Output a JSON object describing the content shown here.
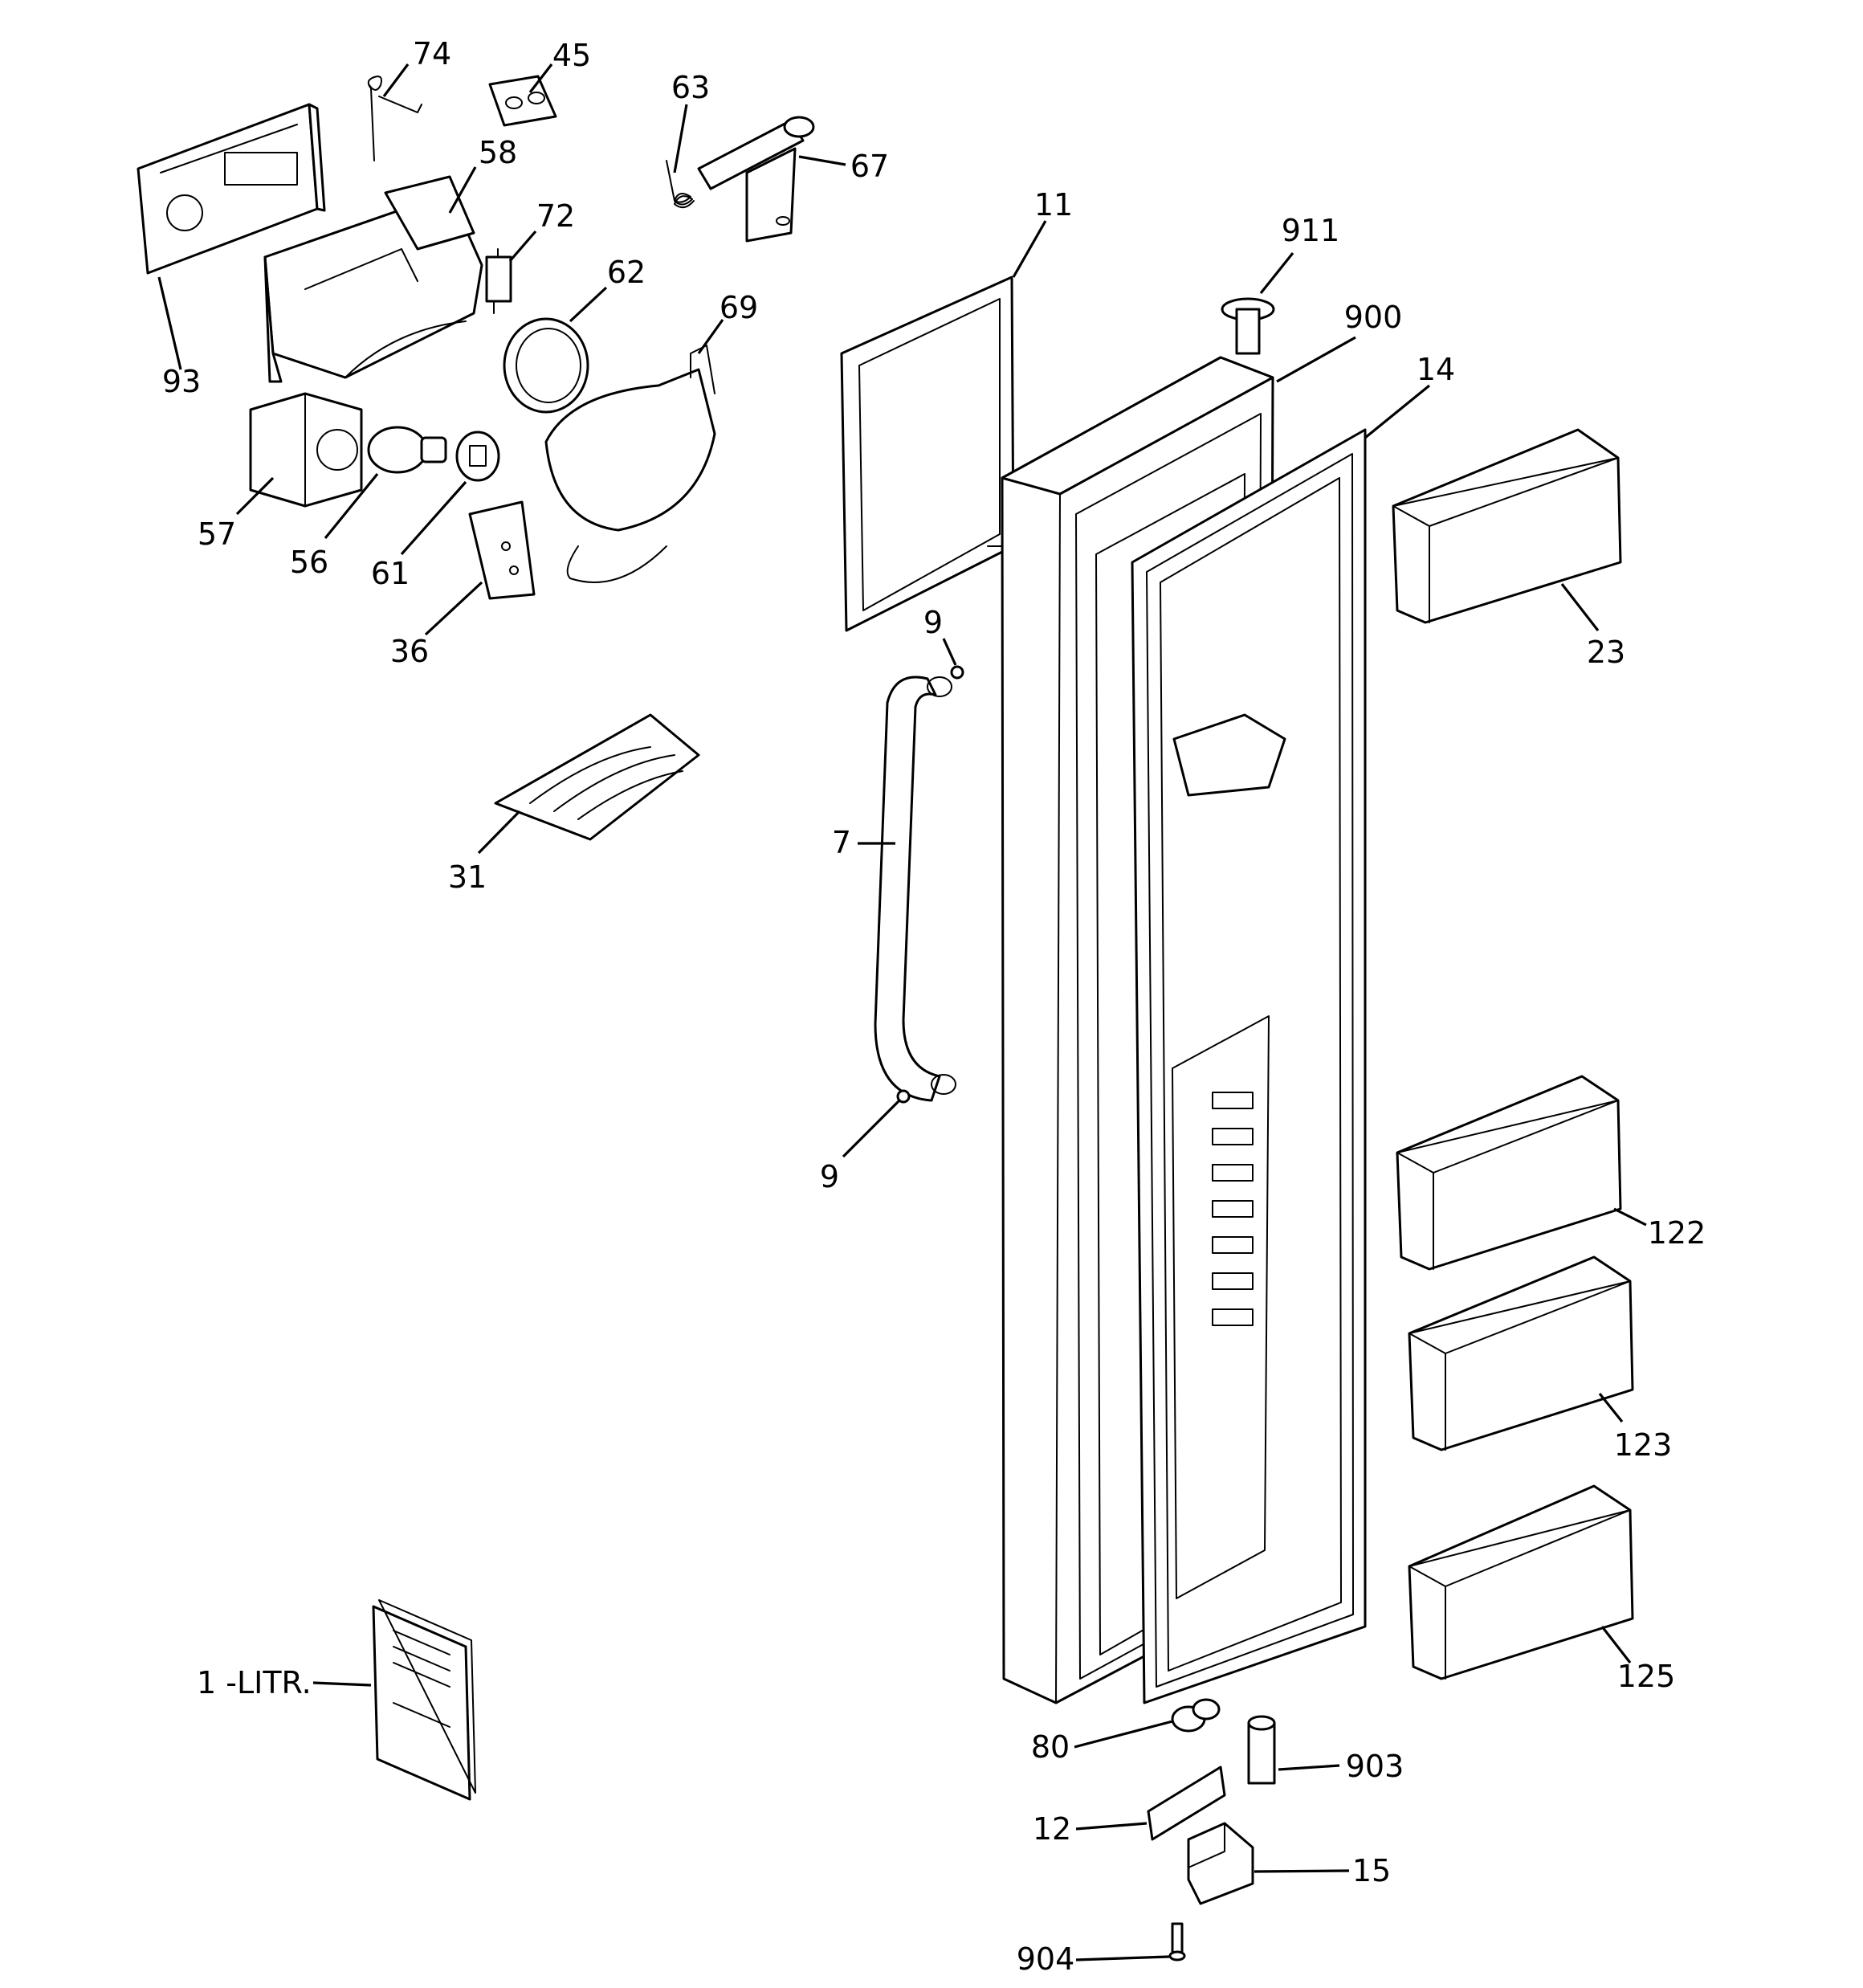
{
  "callouts": [
    {
      "id": "74",
      "text": "74"
    },
    {
      "id": "45",
      "text": "45"
    },
    {
      "id": "63",
      "text": "63"
    },
    {
      "id": "58",
      "text": "58"
    },
    {
      "id": "67",
      "text": "67"
    },
    {
      "id": "72",
      "text": "72"
    },
    {
      "id": "62",
      "text": "62"
    },
    {
      "id": "69",
      "text": "69"
    },
    {
      "id": "93",
      "text": "93"
    },
    {
      "id": "57",
      "text": "57"
    },
    {
      "id": "56",
      "text": "56"
    },
    {
      "id": "61",
      "text": "61"
    },
    {
      "id": "36",
      "text": "36"
    },
    {
      "id": "31",
      "text": "31"
    },
    {
      "id": "11",
      "text": "11"
    },
    {
      "id": "911",
      "text": "911"
    },
    {
      "id": "900",
      "text": "900"
    },
    {
      "id": "14",
      "text": "14"
    },
    {
      "id": "23",
      "text": "23"
    },
    {
      "id": "9a",
      "text": "9"
    },
    {
      "id": "7",
      "text": "7"
    },
    {
      "id": "9b",
      "text": "9"
    },
    {
      "id": "122",
      "text": "122"
    },
    {
      "id": "123",
      "text": "123"
    },
    {
      "id": "125",
      "text": "125"
    },
    {
      "id": "1",
      "text": "1 -LITR."
    },
    {
      "id": "80",
      "text": "80"
    },
    {
      "id": "903",
      "text": "903"
    },
    {
      "id": "12",
      "text": "12"
    },
    {
      "id": "15",
      "text": "15"
    },
    {
      "id": "904",
      "text": "904"
    }
  ]
}
